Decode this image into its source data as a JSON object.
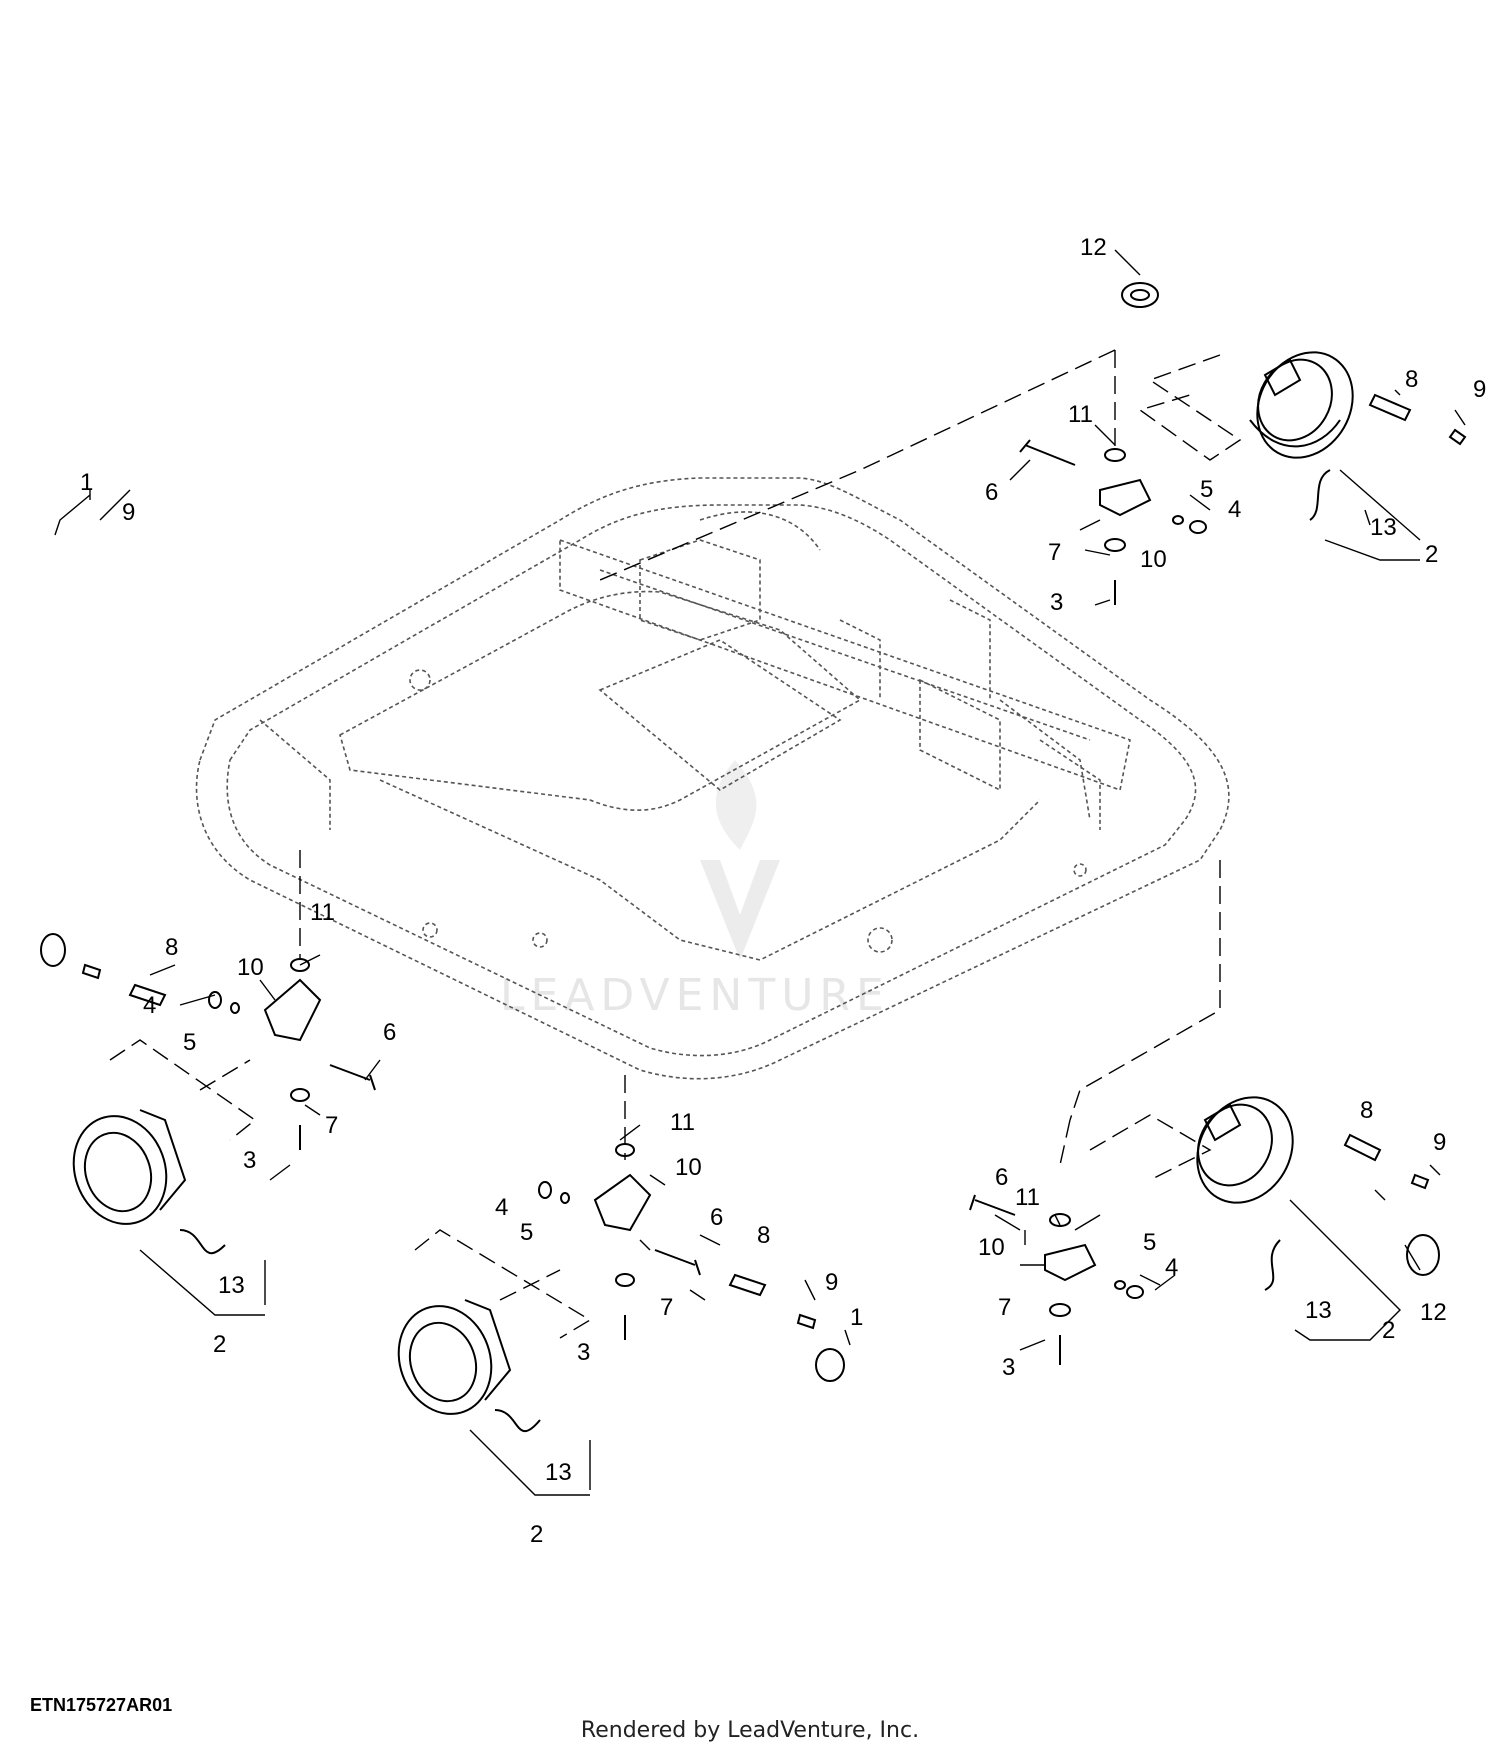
{
  "diagram": {
    "reference_number": "ETN175727AR01",
    "footer": "Rendered by LeadVenture, Inc.",
    "watermark": "LEADVENTURE",
    "callouts": [
      "1",
      "2",
      "3",
      "4",
      "5",
      "6",
      "7",
      "8",
      "9",
      "10",
      "11",
      "12",
      "13"
    ]
  }
}
